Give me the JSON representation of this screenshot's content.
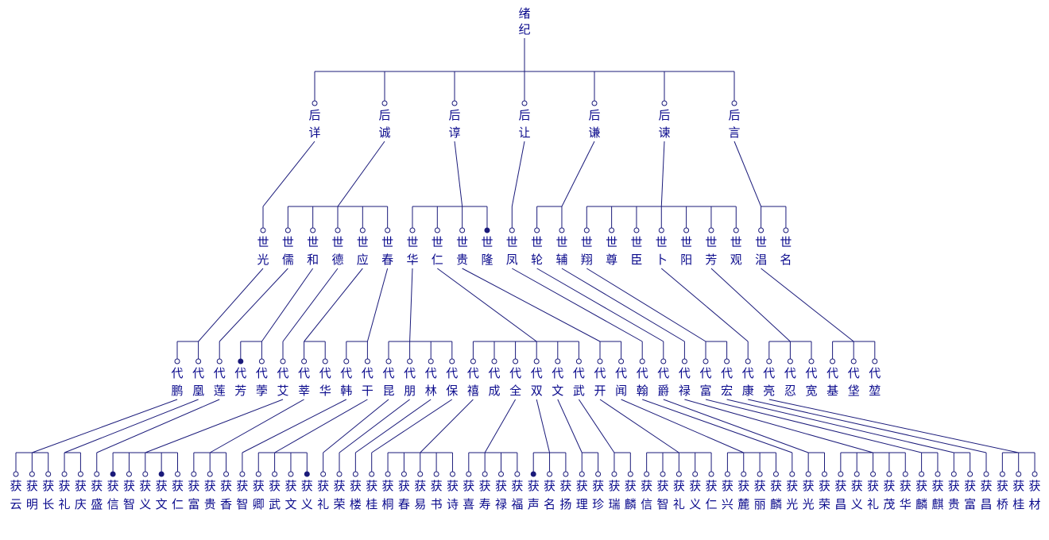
{
  "colors": {
    "line": "#1a1a7a",
    "text": "#0a0a8c",
    "background": "#ffffff"
  },
  "root": {
    "gen": "绪",
    "name": "纪"
  },
  "levels": [
    {
      "gen": "后",
      "names": [
        "详",
        "诚",
        "谆",
        "让",
        "谦",
        "谏",
        "言"
      ],
      "parents": [
        0,
        0,
        0,
        0,
        0,
        0,
        0
      ],
      "filled": [
        0,
        0,
        0,
        0,
        0,
        0,
        0
      ]
    },
    {
      "gen": "世",
      "names": [
        "光",
        "儒",
        "和",
        "德",
        "应",
        "春",
        "华",
        "仁",
        "贵",
        "隆",
        "凤",
        "轮",
        "辅",
        "翔",
        "尊",
        "臣",
        "卜",
        "阳",
        "芳",
        "观",
        "淐",
        "名"
      ],
      "parents": [
        0,
        1,
        1,
        1,
        1,
        1,
        2,
        2,
        2,
        2,
        3,
        4,
        4,
        5,
        5,
        5,
        5,
        5,
        5,
        5,
        6,
        6
      ],
      "filled": [
        0,
        0,
        0,
        0,
        0,
        0,
        0,
        0,
        0,
        1,
        0,
        0,
        0,
        0,
        0,
        0,
        0,
        0,
        0,
        0,
        0,
        0
      ]
    },
    {
      "gen": "代",
      "names": [
        "鹏",
        "凰",
        "莲",
        "芳",
        "荸",
        "艾",
        "莘",
        "华",
        "韩",
        "干",
        "昆",
        "朋",
        "林",
        "保",
        "禧",
        "成",
        "全",
        "双",
        "文",
        "武",
        "开",
        "闻",
        "翰",
        "爵",
        "禄",
        "富",
        "宏",
        "康",
        "亮",
        "忍",
        "宽",
        "基",
        "垡",
        "堃"
      ],
      "parents": [
        0,
        0,
        1,
        2,
        2,
        3,
        4,
        4,
        5,
        5,
        6,
        6,
        6,
        6,
        7,
        7,
        7,
        7,
        7,
        7,
        8,
        8,
        10,
        11,
        12,
        13,
        13,
        16,
        18,
        18,
        18,
        20,
        20,
        20
      ],
      "filled": [
        0,
        0,
        0,
        1,
        0,
        0,
        0,
        0,
        0,
        0,
        0,
        0,
        0,
        0,
        0,
        0,
        0,
        0,
        0,
        0,
        0,
        0,
        0,
        0,
        0,
        0,
        0,
        0,
        0,
        0,
        0,
        0,
        0,
        0
      ]
    },
    {
      "gen": "获",
      "names": [
        "云",
        "明",
        "长",
        "礼",
        "庆",
        "盛",
        "信",
        "智",
        "义",
        "文",
        "仁",
        "富",
        "贵",
        "香",
        "智",
        "卿",
        "武",
        "文",
        "义",
        "礼",
        "荣",
        "楼",
        "桂",
        "桐",
        "春",
        "易",
        "书",
        "诗",
        "喜",
        "寿",
        "禄",
        "福",
        "声",
        "名",
        "扬",
        "理",
        "珍",
        "瑞",
        "麟",
        "信",
        "智",
        "礼",
        "义",
        "仁",
        "兴",
        "麓",
        "丽",
        "麟",
        "光",
        "光",
        "荣",
        "昌",
        "义",
        "礼",
        "茂",
        "华",
        "麟",
        "麒",
        "贵",
        "富",
        "昌",
        "桥",
        "桂",
        "材"
      ],
      "parents": [
        0,
        0,
        0,
        1,
        1,
        2,
        5,
        5,
        5,
        5,
        5,
        6,
        6,
        6,
        8,
        9,
        9,
        9,
        9,
        10,
        11,
        12,
        13,
        14,
        14,
        14,
        14,
        14,
        16,
        16,
        16,
        16,
        17,
        17,
        17,
        18,
        18,
        19,
        19,
        20,
        20,
        20,
        20,
        20,
        21,
        21,
        21,
        21,
        22,
        23,
        23,
        24,
        24,
        24,
        24,
        24,
        25,
        25,
        26,
        26,
        27,
        28,
        28,
        28
      ],
      "filled": [
        0,
        0,
        0,
        0,
        0,
        0,
        1,
        0,
        0,
        1,
        0,
        0,
        0,
        0,
        0,
        0,
        0,
        0,
        1,
        0,
        0,
        0,
        0,
        0,
        0,
        0,
        0,
        0,
        0,
        0,
        0,
        0,
        1,
        0,
        0,
        0,
        0,
        0,
        0,
        0,
        0,
        0,
        0,
        0,
        0,
        0,
        0,
        0,
        0,
        0,
        0,
        0,
        0,
        0,
        0,
        0,
        0,
        0,
        0,
        0,
        0,
        0,
        0,
        0
      ]
    }
  ]
}
